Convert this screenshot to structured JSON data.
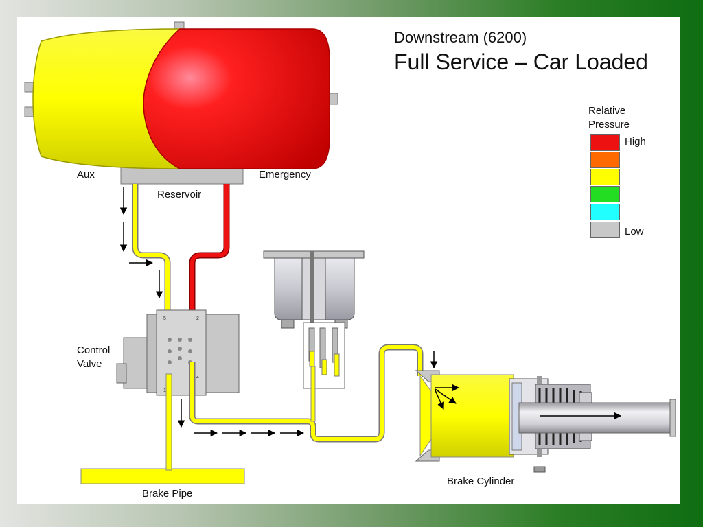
{
  "title": {
    "line1": "Downstream (6200)",
    "line2": "Full Service – Car Loaded"
  },
  "labels": {
    "aux": "Aux",
    "emergency": "Emergency",
    "reservoir": "Reservoir",
    "control_valve_line1": "Control",
    "control_valve_line2": "Valve",
    "brake_pipe": "Brake Pipe",
    "brake_cylinder": "Brake Cylinder"
  },
  "legend": {
    "title_line1": "Relative",
    "title_line2": "Pressure",
    "high": "High",
    "low": "Low",
    "levels": [
      "#ee1111",
      "#ff6a00",
      "#ffff00",
      "#22dd22",
      "#22ffff",
      "#c8c8c8"
    ]
  },
  "colors": {
    "high_pressure": "#ee1111",
    "mid_pressure": "#ffff00",
    "metal": "#c0c0c0",
    "frame_green": "#0f6d12"
  },
  "valve_port_numbers": [
    "1",
    "2",
    "4",
    "5"
  ]
}
